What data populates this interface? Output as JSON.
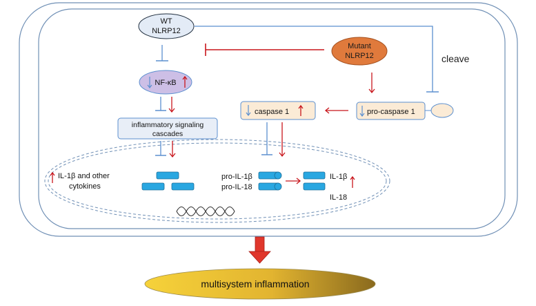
{
  "nodes": {
    "wt_nlrp12": [
      "WT",
      "NLRP12"
    ],
    "mutant_nlrp12": [
      "Mutant",
      "NLRP12"
    ],
    "nfkb": "NF-κB",
    "cleave": "cleave",
    "caspase1": "caspase 1",
    "pro_caspase1": "pro-caspase 1",
    "inflammatory": [
      "inflammatory signaling",
      "cascades"
    ],
    "il1b_other": [
      "IL-1β and other",
      "cytokines"
    ],
    "pro_il1b": "pro-IL-1β",
    "pro_il18": "pro-IL-18",
    "il1b": "IL-1β",
    "il18": "IL-18",
    "outcome": "multisystem inflammation"
  },
  "colors": {
    "cell_border": "#6f8fb5",
    "nucleus_border": "#6f8fb5",
    "inhibit_blue": "#5b8fcf",
    "activate_red": "#c8151b",
    "wt_fill": "#e3ebf6",
    "mutant_fill": "#e07a3c",
    "nfkb_fill": "#cdbfe6",
    "box_fill": "#fbebd6",
    "cascade_fill": "#e8eef7",
    "protein_fill": "#29a7e1",
    "outcome_gradient_start": "#f6d23a",
    "outcome_gradient_end": "#8a6a1e",
    "big_arrow": "#e0372c"
  }
}
